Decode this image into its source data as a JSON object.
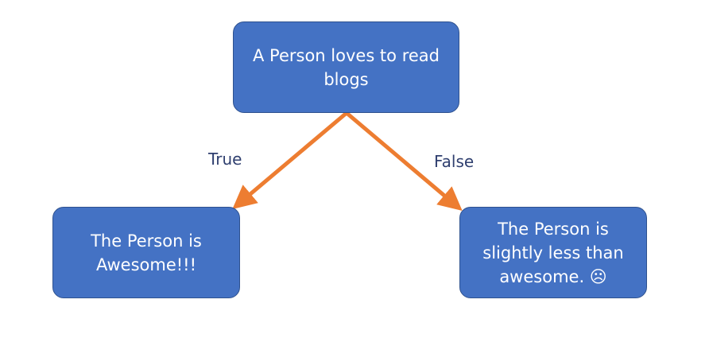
{
  "nodes": {
    "root": {
      "text": "A Person loves to read blogs"
    },
    "true_branch": {
      "text": "The Person is Awesome!!!"
    },
    "false_branch": {
      "text": "The Person is slightly less than awesome. ☹"
    }
  },
  "edges": {
    "true_label": "True",
    "false_label": "False"
  },
  "colors": {
    "node_fill": "#4472c4",
    "node_border": "#2f528f",
    "arrow": "#ed7d31",
    "label_text": "#2f3f6f"
  }
}
